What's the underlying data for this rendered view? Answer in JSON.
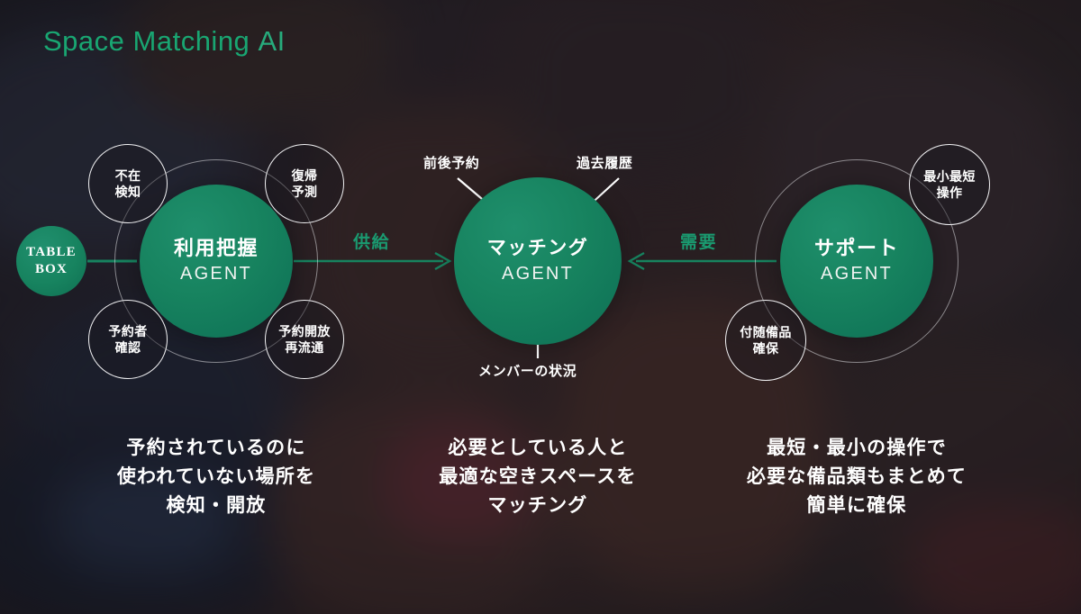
{
  "header": {
    "title_bold": "Space Matching",
    "title_light": "AI",
    "accent_color": "#19a672"
  },
  "source_node": {
    "line1": "TABLE",
    "line2": "BOX"
  },
  "flows": [
    {
      "name": "supply",
      "label": "供給",
      "direction": "right"
    },
    {
      "name": "demand",
      "label": "需要",
      "direction": "left"
    }
  ],
  "clusters": [
    {
      "id": "usage",
      "core_jp": "利用把握",
      "core_en": "AGENT",
      "satellites": [
        {
          "line1": "不在",
          "line2": "検知"
        },
        {
          "line1": "復帰",
          "line2": "予測"
        },
        {
          "line1": "予約者",
          "line2": "確認"
        },
        {
          "line1": "予約開放",
          "line2": "再流通"
        }
      ],
      "caption": [
        "予約されているのに",
        "使われていない場所を",
        "検知・開放"
      ]
    },
    {
      "id": "matching",
      "core_jp": "マッチング",
      "core_en": "AGENT",
      "satellites": [],
      "callouts": [
        {
          "name": "before-after-reservation",
          "label": "前後予約"
        },
        {
          "name": "past-history",
          "label": "過去履歴"
        },
        {
          "name": "member-status",
          "label": "メンバーの状況"
        }
      ],
      "caption": [
        "必要としている人と",
        "最適な空きスペースを",
        "マッチング"
      ]
    },
    {
      "id": "support",
      "core_jp": "サポート",
      "core_en": "AGENT",
      "satellites": [
        {
          "line1": "最小最短",
          "line2": "操作"
        },
        {
          "line1": "付随備品",
          "line2": "確保"
        }
      ],
      "caption": [
        "最短・最小の操作で",
        "必要な備品類もまとめて",
        "簡単に確保"
      ]
    }
  ],
  "colors": {
    "core_green": "#17835f",
    "flow_green": "#1a9a70",
    "text_white": "#ffffff"
  }
}
